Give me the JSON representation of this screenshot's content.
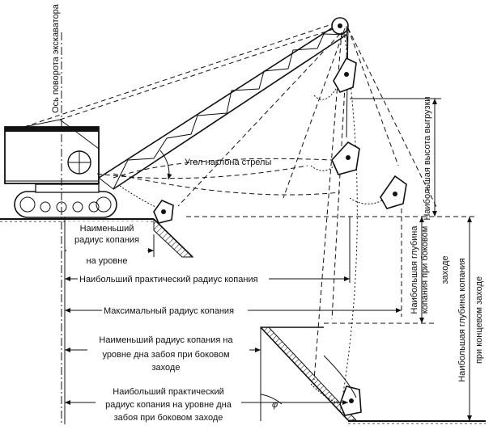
{
  "labels": {
    "rotation_axis": "Ось поворота экскаватора",
    "boom_angle": "Угол наклона стрелы",
    "max_unload_height": "Наибольшая высота выгрузки",
    "min_radius_level": [
      "Наименьший",
      "радиус копания",
      "на уровне"
    ],
    "max_practical_radius": "Наибольший практический радиус копания",
    "max_radius": "Максимальный радиус копания",
    "max_depth_side": [
      "Наибольшая глубина",
      "копания при боковом",
      "заходе"
    ],
    "max_depth_end": [
      "Наибольшая глубина копания",
      "при концевом заходе"
    ],
    "min_radius_bottom_side": [
      "Наименьший радиус копания на",
      "уровне дна забоя при боковом",
      "заходе"
    ],
    "max_practical_radius_bottom": [
      "Наибольший практический",
      "радиус копания на уровне дна",
      "забоя при боковом заходе"
    ],
    "phi": "φ"
  }
}
